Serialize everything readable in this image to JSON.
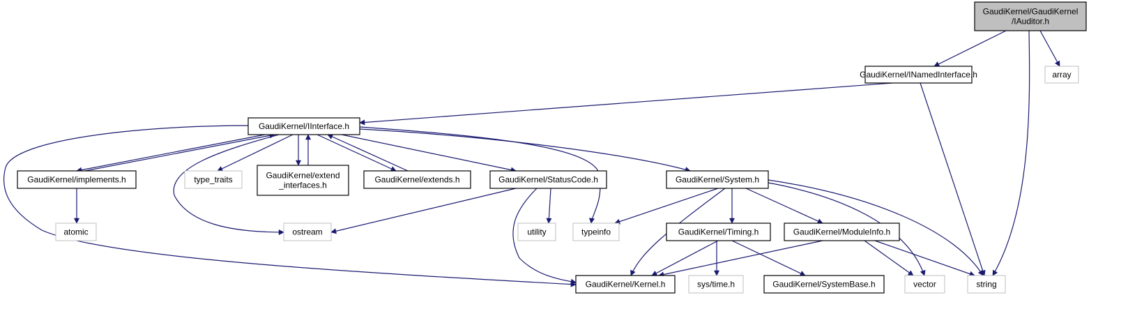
{
  "colors": {
    "edge": "#191970",
    "node_border": "#000000",
    "external_border": "#bfbfbf",
    "root_fill": "#bfbfbf"
  },
  "nodes": [
    {
      "id": "iauditor",
      "lines": [
        "GaudiKernel/GaudiKernel",
        "/IAuditor.h"
      ],
      "kind": "root"
    },
    {
      "id": "inamedinterface",
      "lines": [
        "GaudiKernel/INamedInterface.h"
      ],
      "kind": "header"
    },
    {
      "id": "array",
      "lines": [
        "array"
      ],
      "kind": "external"
    },
    {
      "id": "iinterface",
      "lines": [
        "GaudiKernel/IInterface.h"
      ],
      "kind": "header"
    },
    {
      "id": "implements",
      "lines": [
        "GaudiKernel/implements.h"
      ],
      "kind": "header"
    },
    {
      "id": "type_traits",
      "lines": [
        "type_traits"
      ],
      "kind": "external"
    },
    {
      "id": "extend_interfaces",
      "lines": [
        "GaudiKernel/extend",
        "_interfaces.h"
      ],
      "kind": "header"
    },
    {
      "id": "extends",
      "lines": [
        "GaudiKernel/extends.h"
      ],
      "kind": "header"
    },
    {
      "id": "statuscode",
      "lines": [
        "GaudiKernel/StatusCode.h"
      ],
      "kind": "header"
    },
    {
      "id": "system",
      "lines": [
        "GaudiKernel/System.h"
      ],
      "kind": "header"
    },
    {
      "id": "atomic",
      "lines": [
        "atomic"
      ],
      "kind": "external"
    },
    {
      "id": "ostream",
      "lines": [
        "ostream"
      ],
      "kind": "external"
    },
    {
      "id": "utility",
      "lines": [
        "utility"
      ],
      "kind": "external"
    },
    {
      "id": "typeinfo",
      "lines": [
        "typeinfo"
      ],
      "kind": "external"
    },
    {
      "id": "timing",
      "lines": [
        "GaudiKernel/Timing.h"
      ],
      "kind": "header"
    },
    {
      "id": "moduleinfo",
      "lines": [
        "GaudiKernel/ModuleInfo.h"
      ],
      "kind": "header"
    },
    {
      "id": "kernel",
      "lines": [
        "GaudiKernel/Kernel.h"
      ],
      "kind": "header"
    },
    {
      "id": "systime",
      "lines": [
        "sys/time.h"
      ],
      "kind": "external"
    },
    {
      "id": "systembase",
      "lines": [
        "GaudiKernel/SystemBase.h"
      ],
      "kind": "header"
    },
    {
      "id": "vector",
      "lines": [
        "vector"
      ],
      "kind": "external"
    },
    {
      "id": "string",
      "lines": [
        "string"
      ],
      "kind": "external"
    }
  ],
  "edges": [
    {
      "from": "iauditor",
      "to": "inamedinterface"
    },
    {
      "from": "iauditor",
      "to": "array"
    },
    {
      "from": "iauditor",
      "to": "string"
    },
    {
      "from": "inamedinterface",
      "to": "iinterface"
    },
    {
      "from": "inamedinterface",
      "to": "string"
    },
    {
      "from": "iinterface",
      "to": "implements"
    },
    {
      "from": "implements",
      "to": "iinterface"
    },
    {
      "from": "iinterface",
      "to": "type_traits"
    },
    {
      "from": "iinterface",
      "to": "extend_interfaces"
    },
    {
      "from": "extend_interfaces",
      "to": "iinterface"
    },
    {
      "from": "iinterface",
      "to": "extends"
    },
    {
      "from": "extends",
      "to": "iinterface"
    },
    {
      "from": "iinterface",
      "to": "statuscode"
    },
    {
      "from": "iinterface",
      "to": "system"
    },
    {
      "from": "iinterface",
      "to": "typeinfo"
    },
    {
      "from": "iinterface",
      "to": "ostream"
    },
    {
      "from": "iinterface",
      "to": "kernel"
    },
    {
      "from": "implements",
      "to": "atomic"
    },
    {
      "from": "statuscode",
      "to": "ostream"
    },
    {
      "from": "statuscode",
      "to": "utility"
    },
    {
      "from": "statuscode",
      "to": "kernel"
    },
    {
      "from": "system",
      "to": "typeinfo"
    },
    {
      "from": "system",
      "to": "kernel"
    },
    {
      "from": "system",
      "to": "timing"
    },
    {
      "from": "system",
      "to": "moduleinfo"
    },
    {
      "from": "system",
      "to": "vector"
    },
    {
      "from": "system",
      "to": "string"
    },
    {
      "from": "timing",
      "to": "kernel"
    },
    {
      "from": "timing",
      "to": "systime"
    },
    {
      "from": "timing",
      "to": "systembase"
    },
    {
      "from": "moduleinfo",
      "to": "kernel"
    },
    {
      "from": "moduleinfo",
      "to": "vector"
    },
    {
      "from": "moduleinfo",
      "to": "string"
    }
  ]
}
